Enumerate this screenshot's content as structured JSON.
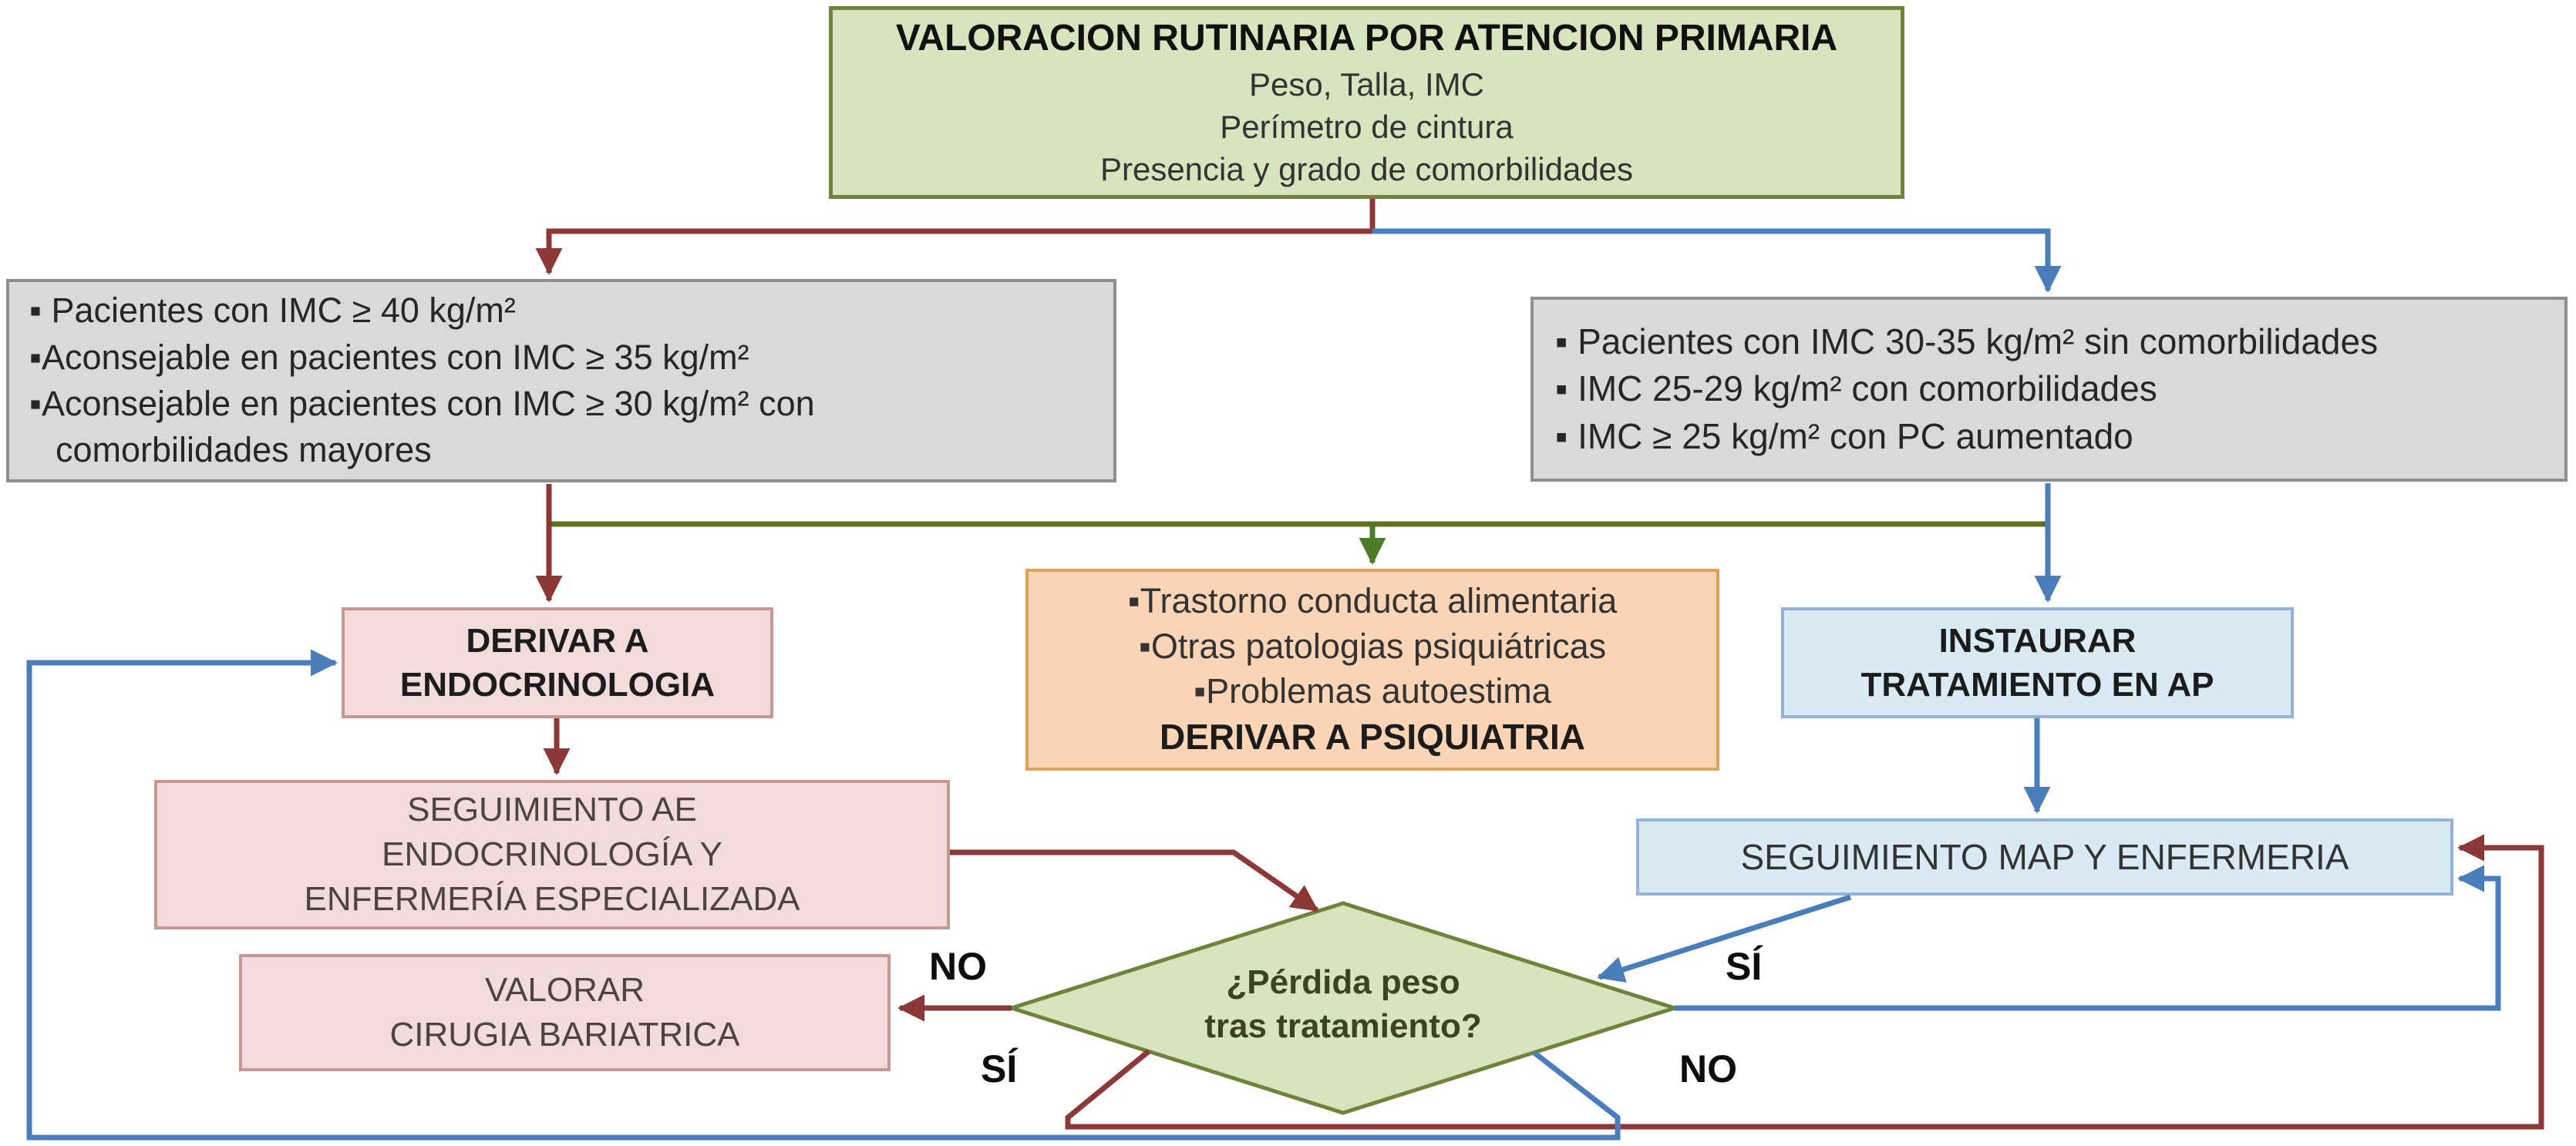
{
  "palette": {
    "green_fill": "#d7e4bd",
    "green_border": "#6f843a",
    "gray_fill": "#d9d9d9",
    "gray_border": "#8f8f8f",
    "orange_fill": "#fbd5b5",
    "orange_border": "#e3a157",
    "pink_fill": "#f2dcdb",
    "pink_border": "#c89795",
    "blue_fill": "#daeaf4",
    "blue_border": "#94b2d5",
    "arrow_red": "#8c3836",
    "arrow_blue": "#4a7ebb",
    "arrow_green": "#4e7b2a",
    "connector_olive": "#5f7020"
  },
  "nodes": {
    "assessment": {
      "title": "VALORACION RUTINARIA POR ATENCION PRIMARIA",
      "lines": [
        "Peso, Talla, IMC",
        "Perímetro de cintura",
        "Presencia y grado de comorbilidades"
      ]
    },
    "endocrine_criteria": {
      "lines": [
        "▪ Pacientes con IMC ≥ 40 kg/m²",
        "▪Aconsejable en pacientes con IMC ≥ 35 kg/m²",
        "▪Aconsejable en pacientes con  IMC ≥ 30 kg/m² con",
        "comorbilidades mayores"
      ]
    },
    "primary_care_criteria": {
      "lines": [
        "▪ Pacientes con IMC 30-35 kg/m² sin comorbilidades",
        "▪ IMC 25-29 kg/m² con comorbilidades",
        "▪ IMC ≥ 25 kg/m² con PC aumentado"
      ]
    },
    "psychiatry": {
      "lines": [
        "▪Trastorno conducta alimentaria",
        "▪Otras patologias psiquiátricas",
        "▪Problemas autoestima"
      ],
      "title": "DERIVAR A PSIQUIATRIA"
    },
    "refer_endocrinology": {
      "lines": [
        "DERIVAR A",
        "ENDOCRINOLOGIA"
      ]
    },
    "start_treatment_ap": {
      "lines": [
        "INSTAURAR",
        "TRATAMIENTO EN AP"
      ]
    },
    "followup_endocrinology": {
      "lines": [
        "SEGUIMIENTO AE",
        "ENDOCRINOLOGÍA Y",
        "ENFERMERÍA ESPECIALIZADA"
      ]
    },
    "bariatric_surgery": {
      "lines": [
        "VALORAR",
        "CIRUGIA BARIATRICA"
      ]
    },
    "followup_map": {
      "label": "SEGUIMIENTO MAP Y ENFERMERIA"
    },
    "decision_weight_loss": {
      "lines": [
        "¿Pérdida peso",
        "tras tratamiento?"
      ]
    }
  },
  "edge_labels": {
    "no_to_surgery": "NO",
    "si_to_map": "SÍ",
    "si_continue_map": "SÍ",
    "no_to_endocrinology": "NO"
  }
}
